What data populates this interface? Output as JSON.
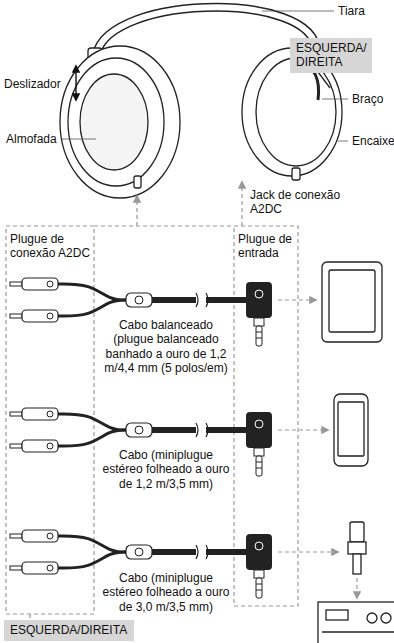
{
  "diagram": {
    "nodes": [
      {
        "text": [
          "ESQUERDA/ DIREITA"
        ]
      },
      {
        "text": [
          "ESQUERDA/DIREITA"
        ]
      }
    ],
    "labels": [
      "Tiara",
      "Deslizador",
      "Braço",
      "Encaixe",
      "Almofada",
      "Jack de conexão A2DC",
      "Plugue de conexão A2DC",
      "Plugue de entrada",
      "Cabo balanceado (plugue balanceado banhado a ouro de 1,2 m/4,4 mm (5 polos/em)",
      "Cabo (miniplugue estéreo folheado a ouro de 1,2 m/3,5 mm)",
      "Cabo (miniplugue estéreo folheado a ouro de 3,0 m/3,5 mm)"
    ]
  }
}
